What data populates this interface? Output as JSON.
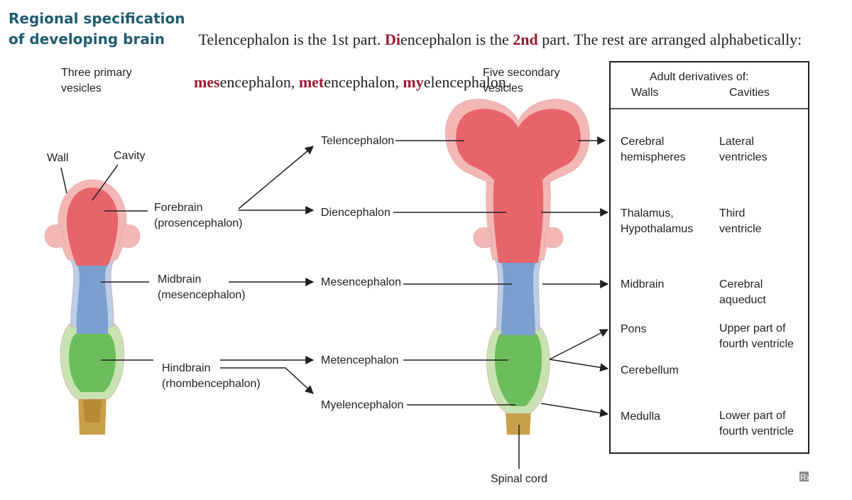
{
  "heading": {
    "line1": "Regional specification",
    "line2": "of developing brain"
  },
  "mnemonic": {
    "line1": [
      {
        "text": "Telencephalon is the 1st part. ",
        "hl": false
      },
      {
        "text": "Di",
        "hl": true
      },
      {
        "text": "encephalon is the ",
        "hl": false
      },
      {
        "text": "2nd",
        "hl": true
      },
      {
        "text": " part. The rest are arranged alphabetically:",
        "hl": false
      }
    ],
    "line2": [
      {
        "text": "mes",
        "hl": true
      },
      {
        "text": "encephalon, ",
        "hl": false
      },
      {
        "text": "met",
        "hl": true
      },
      {
        "text": "encephalon, ",
        "hl": false
      },
      {
        "text": "my",
        "hl": true
      },
      {
        "text": "elencephalon.",
        "hl": false
      }
    ]
  },
  "labels": {
    "primary_title": [
      "Three primary",
      "vesicles"
    ],
    "secondary_title": [
      "Five secondary",
      "vesicles"
    ],
    "wall": "Wall",
    "cavity": "Cavity",
    "forebrain": [
      "Forebrain",
      "(prosencephalon)"
    ],
    "midbrain": [
      "Midbrain",
      "(mesencephalon)"
    ],
    "hindbrain": [
      "Hindbrain",
      "(rhombencephalon)"
    ],
    "telencephalon": "Telencephalon",
    "diencephalon": "Diencephalon",
    "mesencephalon": "Mesencephalon",
    "metencephalon": "Metencephalon",
    "myelencephalon": "Myelencephalon",
    "spinal_cord": "Spinal cord"
  },
  "table": {
    "title": "Adult derivatives of:",
    "col_walls": "Walls",
    "col_cavities": "Cavities",
    "rows": [
      {
        "walls": [
          "Cerebral",
          "hemispheres"
        ],
        "cavities": [
          "Lateral",
          "ventricles"
        ]
      },
      {
        "walls": [
          "Thalamus,",
          "Hypothalamus"
        ],
        "cavities": [
          "Third",
          "ventricle"
        ]
      },
      {
        "walls": [
          "Midbrain"
        ],
        "cavities": [
          "Cerebral",
          "aqueduct"
        ]
      },
      {
        "walls": [
          "Pons"
        ],
        "cavities": [
          "Upper part of",
          "fourth ventricle"
        ]
      },
      {
        "walls": [
          "Cerebellum"
        ],
        "cavities": []
      },
      {
        "walls": [
          "Medulla"
        ],
        "cavities": [
          "Lower part of",
          "fourth ventricle"
        ]
      }
    ]
  },
  "logo_text": "Rx",
  "colors": {
    "forebrain": "#e8646b",
    "midbrain": "#7b9fcf",
    "hindbrain": "#6cbd5c",
    "spinal": "#c8a04a",
    "wall_pink": "#f3b8b5",
    "wall_blue": "#bccde6",
    "wall_green": "#c9e2b2",
    "heading": "#1f5c72",
    "highlight": "#9b1b30"
  }
}
